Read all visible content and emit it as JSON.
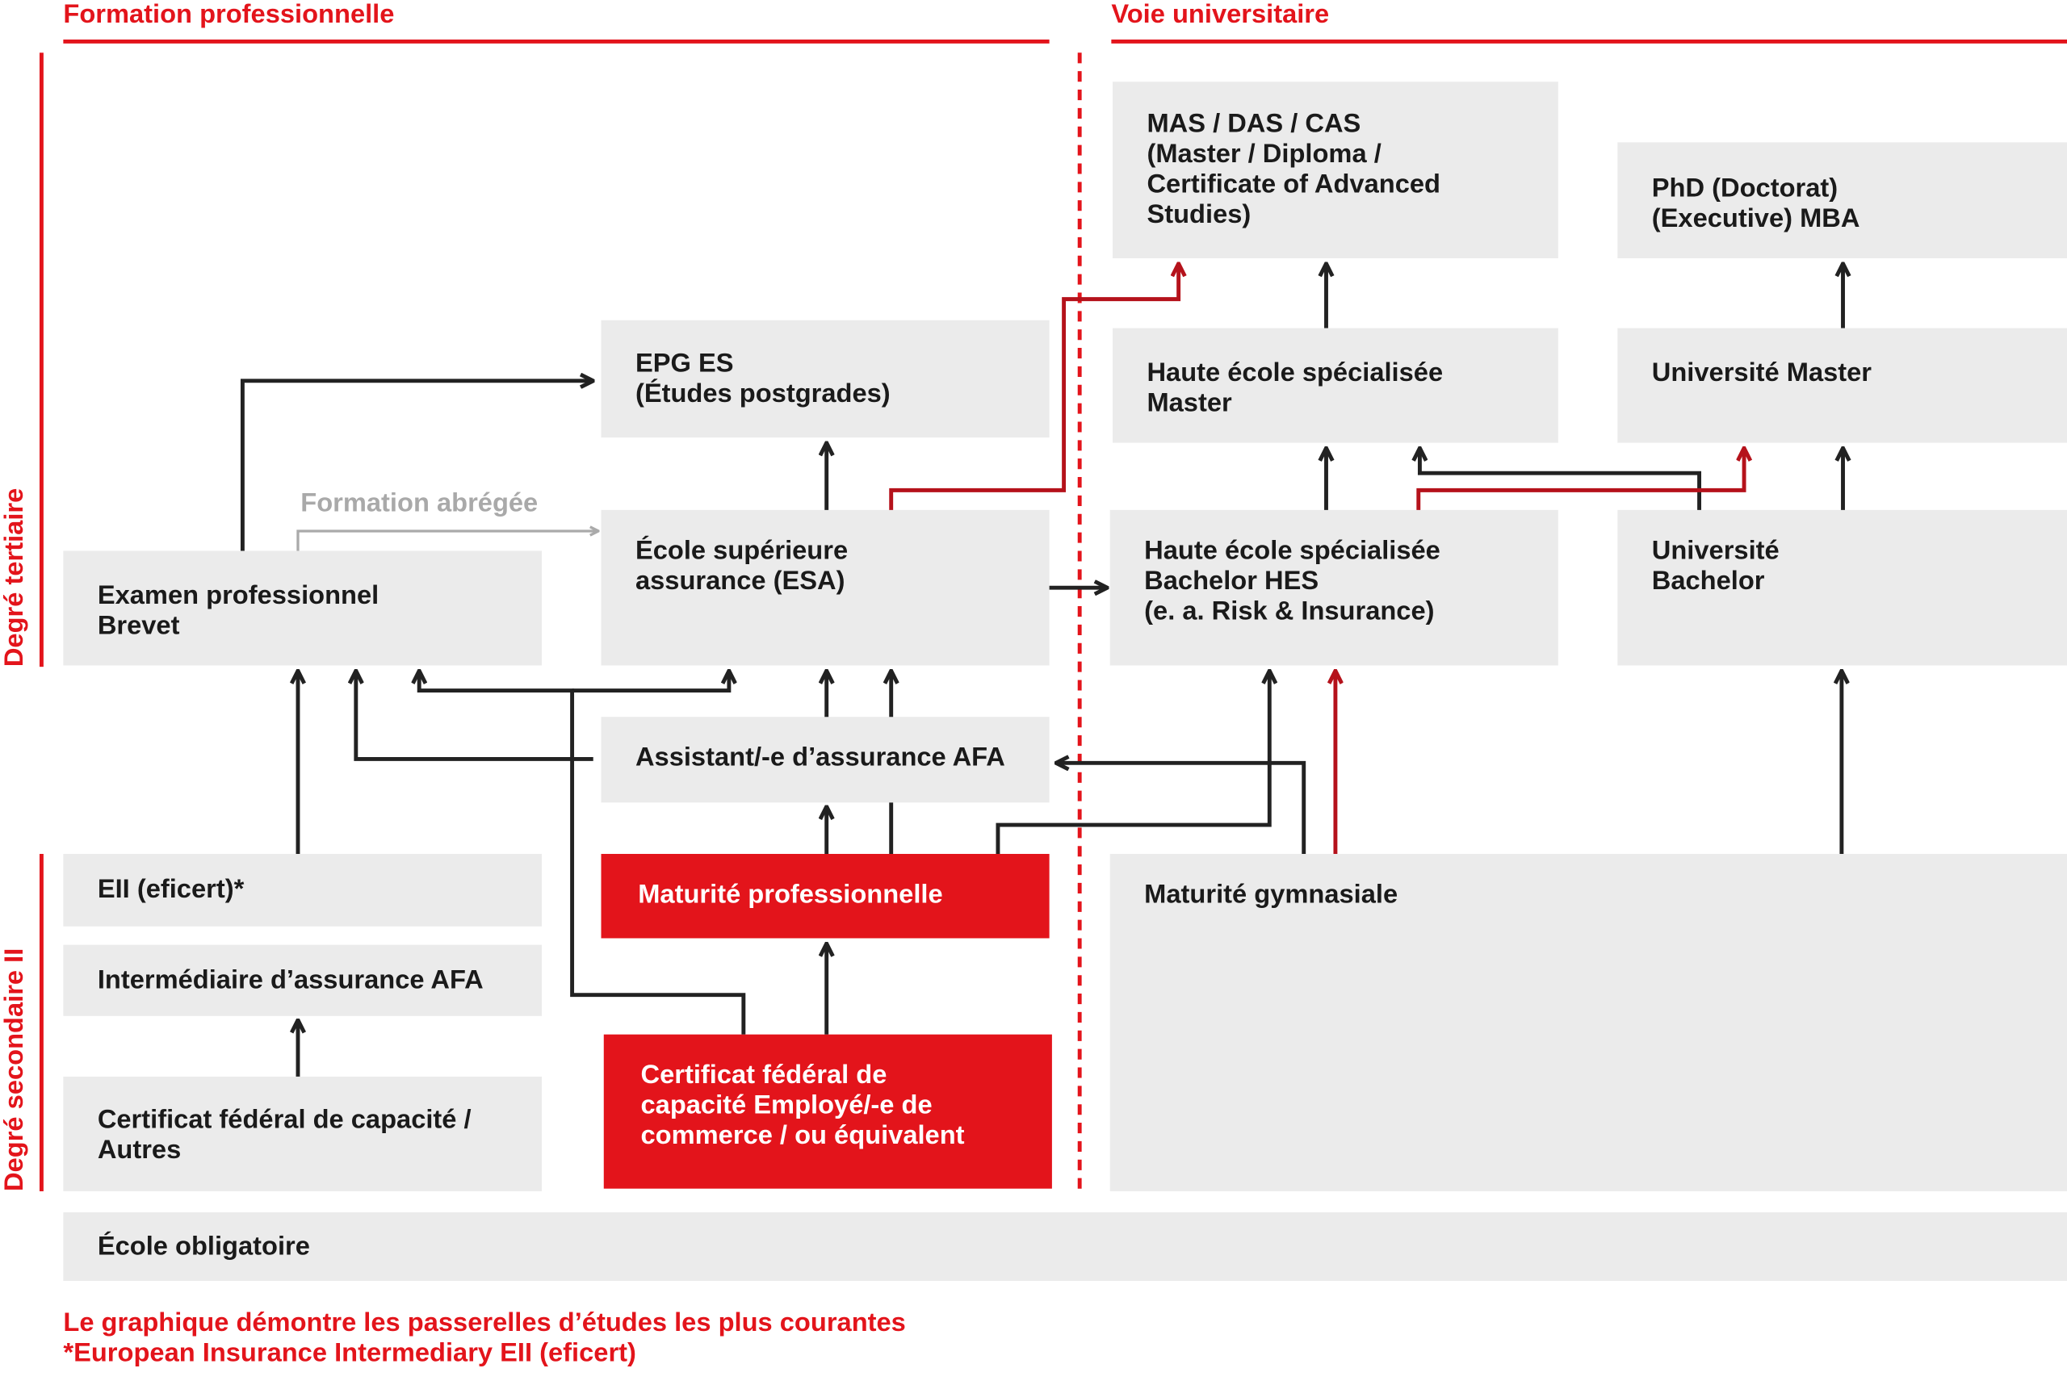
{
  "headers": {
    "professional": "Formation professionnelle",
    "university": "Voie universitaire"
  },
  "levels": {
    "tertiary": "Degré tertiaire",
    "secondary": "Degré secondaire II"
  },
  "boxes": {
    "epg": "EPG ES\n(Études postgrades)",
    "esa": "École supérieure\nassurance (ESA)",
    "examen": "Examen professionnel\nBrevet",
    "assistant": "Assistant/-e d’assurance AFA",
    "maturite_pro": "Maturité professionnelle",
    "cfc_employe": "Certificat fédéral de\ncapacité Employé/-e de\ncommerce / ou équivalent",
    "eii": "EII (eficert)*",
    "intermediaire": "Intermédiaire d’assurance AFA",
    "cfc_autres": "Certificat fédéral de capacité /\nAutres",
    "ecole_obligatoire": "École obligatoire",
    "mas": "MAS / DAS / CAS\n(Master / Diploma /\nCertificate of Advanced\nStudies)",
    "phd": "PhD (Doctorat)\n(Executive) MBA",
    "hes_master": "Haute école spécialisée\nMaster",
    "uni_master": "Université Master",
    "hes_bachelor": "Haute école spécialisée\nBachelor HES\n(e. a. Risk & Insurance)",
    "uni_bachelor": "Université\nBachelor",
    "maturite_gym": "Maturité gymnasiale"
  },
  "formation_abregee": "Formation abrégée",
  "footnotes": [
    "Le graphique démontre les passerelles d’études les plus courantes",
    "*European Insurance Intermediary EII (eficert)"
  ],
  "colors": {
    "accent": "#e3141b",
    "arrow_red": "#b5121b",
    "box": "#ebebeb",
    "arrow": "#222222"
  }
}
